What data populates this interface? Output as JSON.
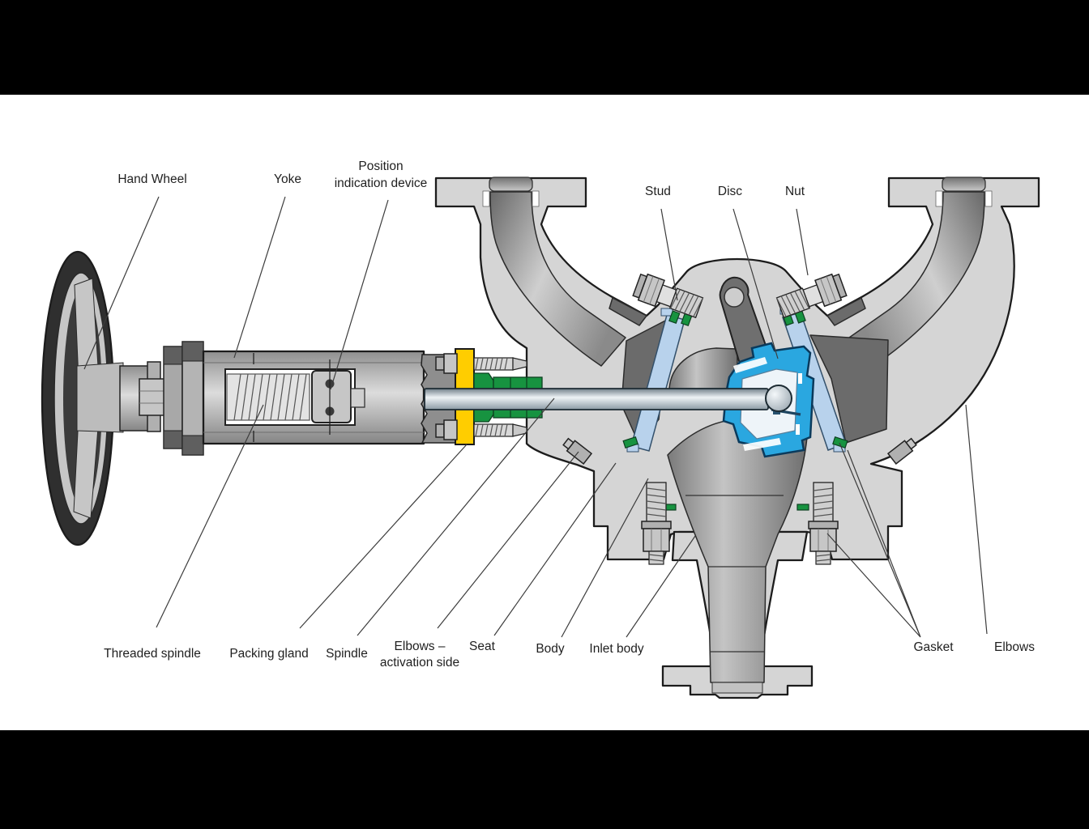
{
  "figure": {
    "type": "valve cross-section cutaway diagram",
    "labels": {
      "hand_wheel": "Hand Wheel",
      "yoke": "Yoke",
      "position_indication_1": "Position",
      "position_indication_2": "indication device",
      "stud": "Stud",
      "disc": "Disc",
      "nut": "Nut",
      "threaded_spindle": "Threaded spindle",
      "packing_gland": "Packing gland",
      "spindle": "Spindle",
      "elbows_activation_1": "Elbows –",
      "elbows_activation_2": "activation side",
      "seat": "Seat",
      "body": "Body",
      "inlet_body": "Inlet body",
      "gasket": "Gasket",
      "elbows": "Elbows"
    },
    "colors": {
      "disc_blue": "#2aa7e0",
      "seat_blue": "#b8d2ec",
      "gland_yellow": "#ffcd00",
      "packing_green": "#179340",
      "body_gray": "#d5d5d5",
      "passage_dark_gray": "#6b6b6b",
      "outline": "#1c1c1c",
      "letterbox": "#000000",
      "background": "#ffffff"
    }
  }
}
